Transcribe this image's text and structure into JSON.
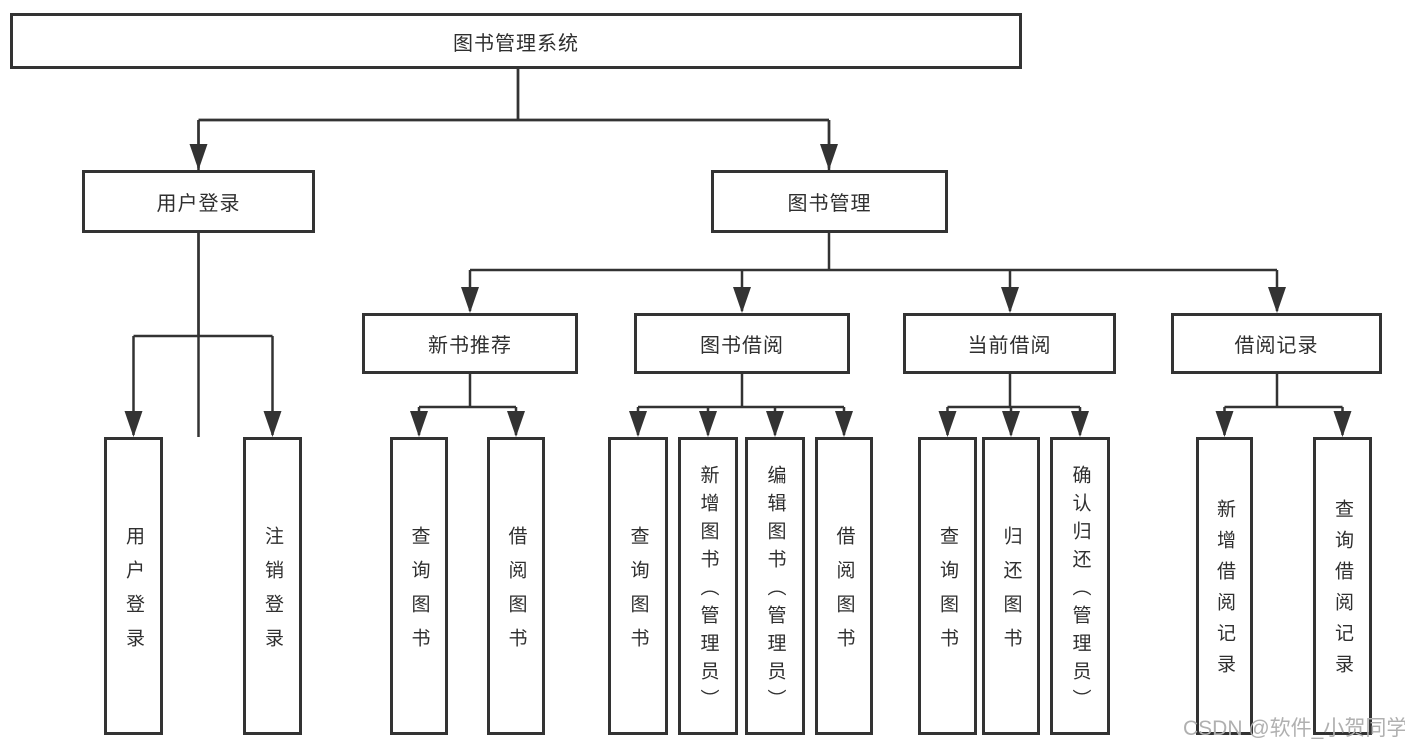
{
  "diagram": {
    "watermark": "CSDN @软件_小贺同学",
    "colors": {
      "line": "#333333",
      "text": "#2f2f2f",
      "watermark": "#b0b0b0",
      "background": "#ffffff"
    }
  },
  "nodes": {
    "root": "图书管理系统",
    "user_login": "用户登录",
    "book_mgmt": "图书管理",
    "new_books": "新书推荐",
    "book_borrow": "图书借阅",
    "current_borrow": "当前借阅",
    "borrow_records": "借阅记录",
    "ul_login": "用户登录",
    "ul_logout": "注销登录",
    "nb_query": "查询图书",
    "nb_borrow": "借阅图书",
    "bb_query": "查询图书",
    "bb_add": "新增图书（管理员）",
    "bb_edit": "编辑图书（管理员）",
    "bb_borrow": "借阅图书",
    "cb_query": "查询图书",
    "cb_return": "归还图书",
    "cb_confirm": "确认归还（管理员）",
    "br_add": "新增借阅记录",
    "br_query": "查询借阅记录"
  }
}
